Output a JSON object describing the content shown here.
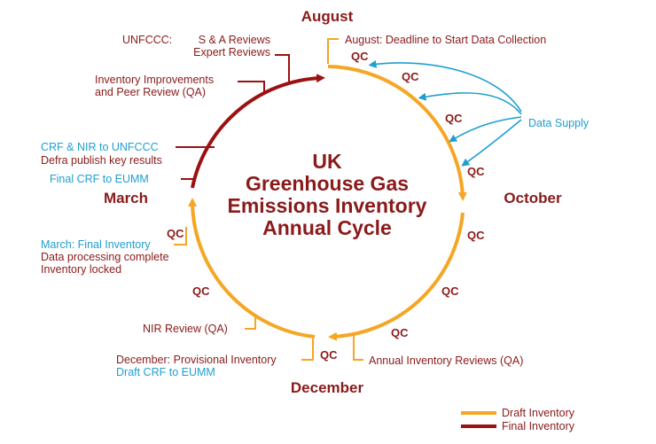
{
  "title": [
    "UK",
    "Greenhouse Gas",
    "Emissions Inventory",
    "Annual Cycle"
  ],
  "months": {
    "august": "August",
    "october": "October",
    "december": "December",
    "march": "March"
  },
  "labels": {
    "unfccc_prefix": "UNFCCC:",
    "unfccc_line1": "S & A Reviews",
    "unfccc_line2": "Expert Reviews",
    "improve_line1": "Inventory Improvements",
    "improve_line2": "and Peer Review (QA)",
    "crf_nir": "CRF & NIR to UNFCCC",
    "defra": "Defra publish key results",
    "final_crf": "Final CRF to EUMM",
    "august_deadline": "August: Deadline to Start Data Collection",
    "data_supply": "Data Supply",
    "march_final": "March: Final Inventory",
    "march_processing": "Data processing complete",
    "march_locked": "Inventory locked",
    "nir_review": "NIR Review (QA)",
    "dec_provisional": "December: Provisional Inventory",
    "dec_draft_crf": "Draft CRF to EUMM",
    "annual_reviews": "Annual Inventory Reviews (QA)"
  },
  "qc_label": "QC",
  "legend": {
    "draft": "Draft Inventory",
    "final": "Final Inventory"
  },
  "colors": {
    "draft": "#f5a623",
    "final": "#9b1111",
    "data_supply": "#1e9fd0",
    "text_red": "#8b1a1a",
    "text_blue": "#1e9fd0"
  }
}
